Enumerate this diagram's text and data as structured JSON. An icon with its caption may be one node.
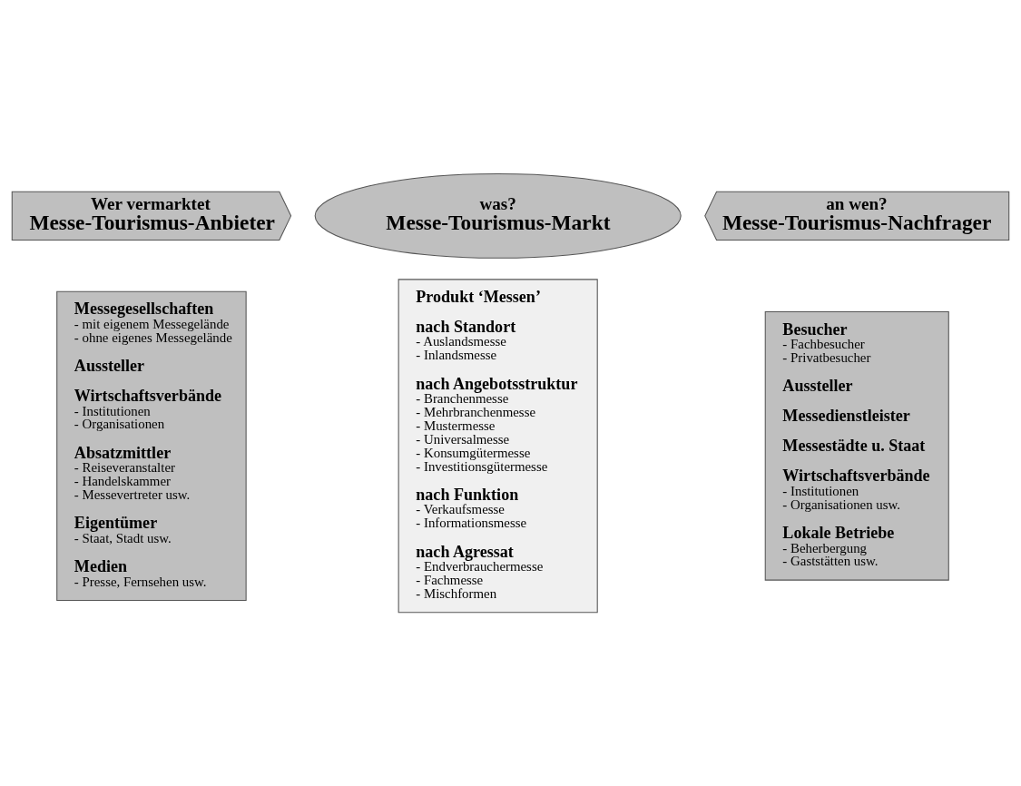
{
  "diagram": {
    "nodes": [
      {
        "text": [
          "Wer vermarktet",
          "Messe-Tourismus-Anbieter"
        ]
      },
      {
        "text": [
          "was?",
          "Messe-Tourismus-Markt"
        ]
      },
      {
        "text": [
          "an wen?",
          "Messe-Tourismus-Nachfrager"
        ]
      },
      {
        "text": [
          "Messegesellschaften",
          "- mit eigenem Messegelände",
          "- ohne eigenes Messegelände",
          "Aussteller",
          "Wirtschaftsverbände",
          "- Institutionen",
          "- Organisationen",
          "Absatzmittler",
          "- Reiseveranstalter",
          "- Handelskammer",
          "- Messevertreter usw.",
          "Eigentümer",
          "- Staat, Stadt usw.",
          "Medien",
          "- Presse, Fernsehen usw."
        ]
      },
      {
        "text": [
          "Produkt ‘Messen’",
          "nach Standort",
          "- Auslandsmesse",
          "- Inlandsmesse",
          "nach Angebotsstruktur",
          "- Branchenmesse",
          "- Mehrbranchenmesse",
          "- Mustermesse",
          "- Universalmesse",
          "- Konsumgütermesse",
          "- Investitionsgütermesse",
          "nach Funktion",
          "- Verkaufsmesse",
          "- Informationsmesse",
          "nach Agressat",
          "- Endverbrauchermesse",
          "- Fachmesse",
          "- Mischformen"
        ]
      },
      {
        "text": [
          "Besucher",
          "- Fachbesucher",
          "- Privatbesucher",
          "Aussteller",
          "Messedienstleister",
          "Messestädte u. Staat",
          "Wirtschaftsverbände",
          "- Institutionen",
          "- Organisationen usw.",
          "Lokale Betriebe",
          "- Beherbergung",
          "- Gaststätten usw."
        ]
      }
    ],
    "edges": []
  }
}
